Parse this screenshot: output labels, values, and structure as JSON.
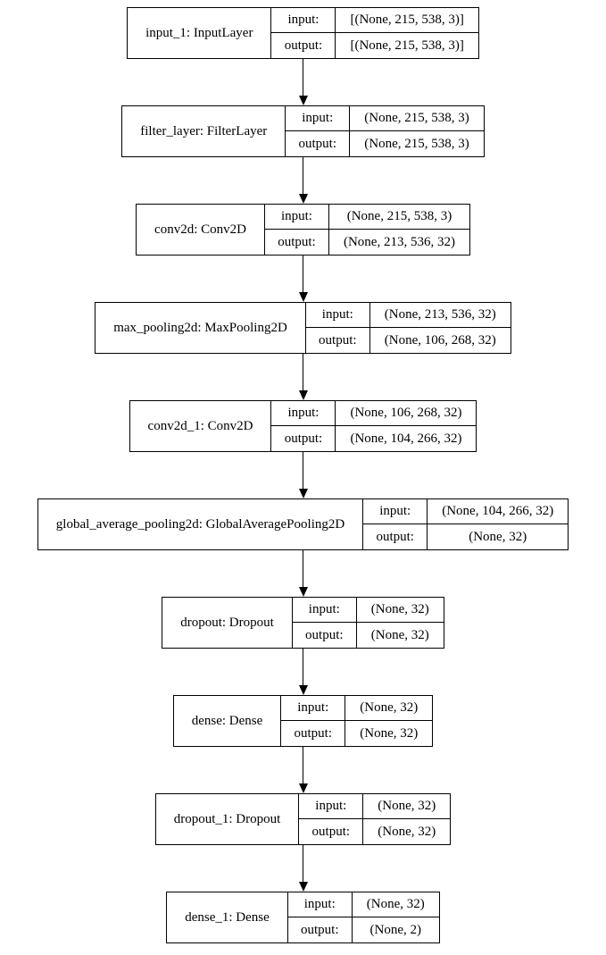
{
  "diagram": {
    "type": "keras-model-architecture",
    "colors": {
      "border": "#000000",
      "background": "#ffffff",
      "text": "#000000"
    },
    "labels": {
      "input": "input:",
      "output": "output:"
    },
    "nodes": [
      {
        "name": "input_1: InputLayer",
        "input": "[(None, 215, 538, 3)]",
        "output": "[(None, 215, 538, 3)]"
      },
      {
        "name": "filter_layer: FilterLayer",
        "input": "(None, 215, 538, 3)",
        "output": "(None, 215, 538, 3)"
      },
      {
        "name": "conv2d: Conv2D",
        "input": "(None, 215, 538, 3)",
        "output": "(None, 213, 536, 32)"
      },
      {
        "name": "max_pooling2d: MaxPooling2D",
        "input": "(None, 213, 536, 32)",
        "output": "(None, 106, 268, 32)"
      },
      {
        "name": "conv2d_1: Conv2D",
        "input": "(None, 106, 268, 32)",
        "output": "(None, 104, 266, 32)"
      },
      {
        "name": "global_average_pooling2d: GlobalAveragePooling2D",
        "input": "(None, 104, 266, 32)",
        "output": "(None, 32)"
      },
      {
        "name": "dropout: Dropout",
        "input": "(None, 32)",
        "output": "(None, 32)"
      },
      {
        "name": "dense: Dense",
        "input": "(None, 32)",
        "output": "(None, 32)"
      },
      {
        "name": "dropout_1: Dropout",
        "input": "(None, 32)",
        "output": "(None, 32)"
      },
      {
        "name": "dense_1: Dense",
        "input": "(None, 32)",
        "output": "(None, 2)"
      }
    ]
  }
}
